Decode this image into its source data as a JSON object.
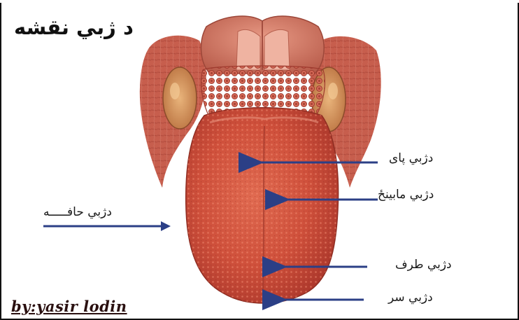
{
  "title": "د ژبي نقشه",
  "credit": "by:yasir lodin",
  "labels": {
    "base": "دژبي پاى",
    "middle": "دژبي مابينځ",
    "edge": "دژبي حافـــــه",
    "side": "دژبي طرف",
    "tip": "دژبي سر"
  },
  "colors": {
    "arrow": "#2b3f86",
    "tongue": "#d2563f",
    "frame": "#111111"
  }
}
